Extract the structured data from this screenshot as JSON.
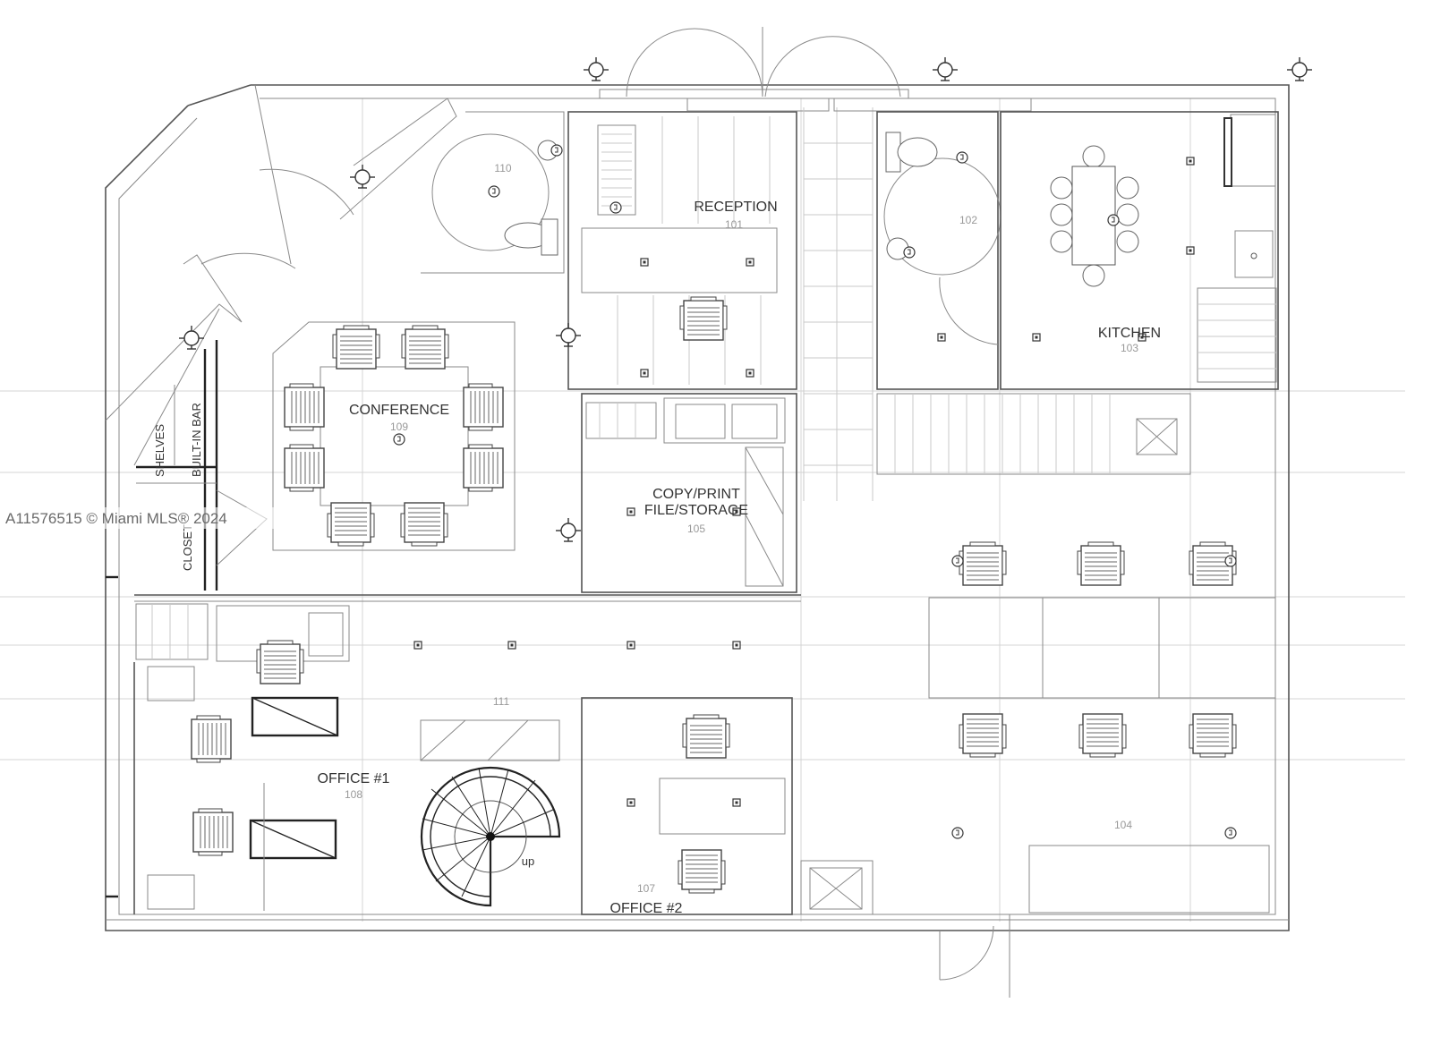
{
  "watermark": "A11576515 © Miami MLS® 2024",
  "rooms": [
    {
      "label": "RECEPTION",
      "number": "101"
    },
    {
      "label": "",
      "number": "102"
    },
    {
      "label": "KITCHEN",
      "number": "103"
    },
    {
      "label": "",
      "number": "104"
    },
    {
      "label": "COPY/PRINT",
      "label2": "FILE/STORAGE",
      "number": "105"
    },
    {
      "label": "OFFICE #2",
      "number": "107"
    },
    {
      "label": "OFFICE #1",
      "number": "108"
    },
    {
      "label": "CONFERENCE",
      "number": "109"
    },
    {
      "label": "",
      "number": "110"
    },
    {
      "label": "",
      "number": "111"
    }
  ],
  "vertical_labels": {
    "shelves": "SHELVES",
    "bar": "BUILT-IN BAR",
    "closet": "CLOSET"
  },
  "stair_label": "up"
}
